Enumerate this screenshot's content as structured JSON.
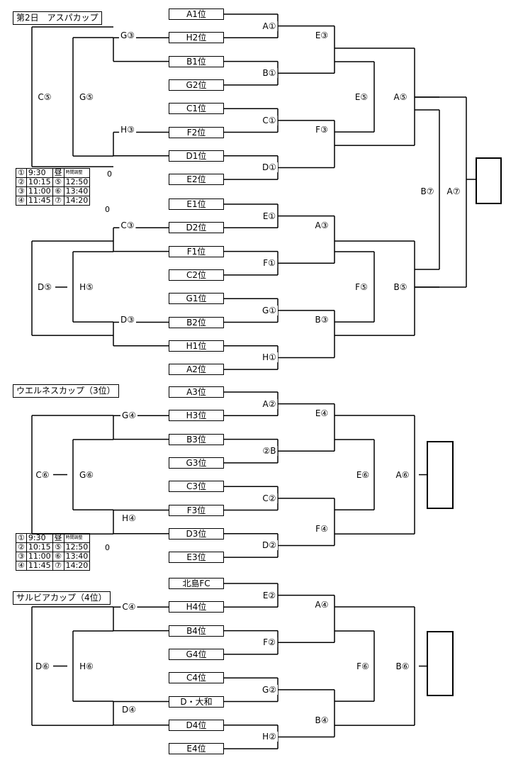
{
  "sections": [
    {
      "title": "第2日　アスパカップ"
    },
    {
      "title": "ウエルネスカップ（3位）"
    },
    {
      "title": "サルビアカップ（4位）"
    }
  ],
  "teams_top": [
    "A1位",
    "H2位",
    "B1位",
    "G2位",
    "C1位",
    "F2位",
    "D1位",
    "E2位",
    "E1位",
    "D2位",
    "F1位",
    "C2位",
    "G1位",
    "B2位",
    "H1位",
    "A2位"
  ],
  "teams_mid": [
    "A3位",
    "H3位",
    "B3位",
    "G3位",
    "C3位",
    "F3位",
    "D3位",
    "E3位"
  ],
  "teams_bot": [
    "北島FC",
    "H4位",
    "B4位",
    "G4位",
    "C4位",
    "D・大和",
    "D4位",
    "E4位"
  ],
  "labels_top": {
    "r1": [
      "A①",
      "B①",
      "C①",
      "D①",
      "E①",
      "F①",
      "G①",
      "H①"
    ],
    "l_r2": [
      "G③",
      "H③",
      "C③",
      "D③"
    ],
    "l_r3": [
      "G⑤",
      "H⑤"
    ],
    "l_r4": [
      "C⑤",
      "D⑤"
    ],
    "r_r2": [
      "E③",
      "F③",
      "A③",
      "B③"
    ],
    "r_r3": [
      "E⑤",
      "F⑤"
    ],
    "r_r4": [
      "A⑤",
      "B⑤"
    ],
    "sf": "B⑦",
    "final": "A⑦"
  },
  "labels_mid": {
    "r1": [
      "A②",
      "②B",
      "C②",
      "D②"
    ],
    "l_r2": [
      "G④",
      "H④"
    ],
    "l_r3": "G⑥",
    "l_r4": "C⑥",
    "r_r2": [
      "E④",
      "F④"
    ],
    "r_r3": "E⑥",
    "r_r4": "A⑥"
  },
  "labels_bot": {
    "r1": [
      "E②",
      "F②",
      "G②",
      "H②"
    ],
    "l_r2": [
      "C④",
      "D④"
    ],
    "l_r3": "H⑥",
    "l_r4": "D⑥",
    "r_r2": [
      "A④",
      "B④"
    ],
    "r_r3": "F⑥",
    "r_r4": "B⑥"
  },
  "schedule": {
    "noon": "昼",
    "adjust": "時間調整",
    "rows": [
      {
        "n": "①",
        "t": "9:30"
      },
      {
        "n": "②",
        "t": "10:15",
        "n2": "⑤",
        "t2": "12:50"
      },
      {
        "n": "③",
        "t": "11:00",
        "n2": "⑥",
        "t2": "13:40"
      },
      {
        "n": "④",
        "t": "11:45",
        "n2": "⑦",
        "t2": "14:20"
      }
    ],
    "zero": "0"
  }
}
